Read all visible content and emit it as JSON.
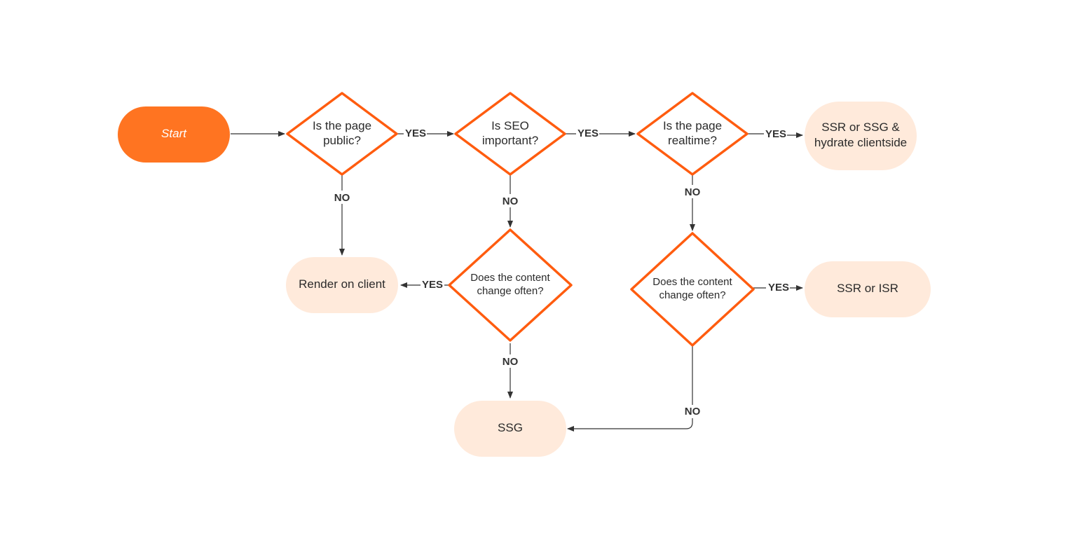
{
  "colors": {
    "start_fill": "#ff7421",
    "decision_stroke": "#ff5c0f",
    "terminal_fill": "#ffeadb",
    "edge_color": "#333333"
  },
  "nodes": {
    "start": "Start",
    "q_public": [
      "Is the page",
      "public?"
    ],
    "q_seo": [
      "Is SEO",
      "important?"
    ],
    "q_realtime": [
      "Is the page",
      "realtime?"
    ],
    "q_change_left": [
      "Does the content",
      "change often?"
    ],
    "q_change_right": [
      "Does the content",
      "change often?"
    ],
    "r_ssr_ssg_hydrate": [
      "SSR or SSG &",
      "hydrate clientside"
    ],
    "r_render_client": "Render on client",
    "r_ssr_isr": "SSR or ISR",
    "r_ssg": "SSG"
  },
  "edges": {
    "public_yes": "YES",
    "public_no": "NO",
    "seo_yes": "YES",
    "seo_no": "NO",
    "realtime_yes": "YES",
    "realtime_no": "NO",
    "change_left_yes": "YES",
    "change_left_no": "NO",
    "change_right_yes": "YES",
    "change_right_no": "NO"
  }
}
